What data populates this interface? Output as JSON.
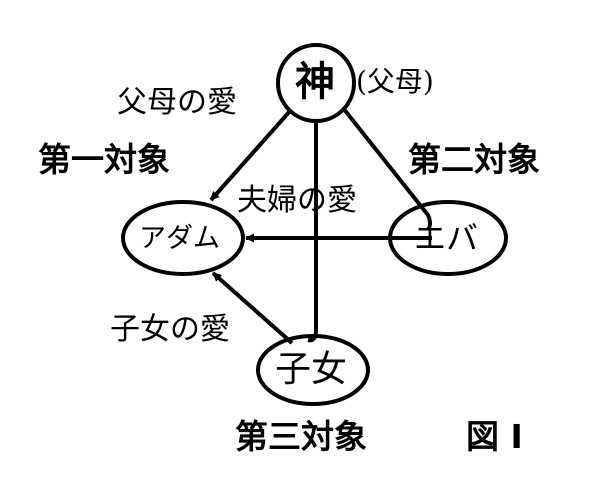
{
  "nodes": {
    "god": {
      "label": "神",
      "annotation": "(父母)"
    },
    "adam": {
      "label": "アダム"
    },
    "eve": {
      "label": "エバ"
    },
    "children": {
      "label": "子女"
    }
  },
  "edges": {
    "parental_love": "父母の愛",
    "conjugal_love": "夫婦の愛",
    "childrens_love": "子女の愛"
  },
  "objects": {
    "first": "第一対象",
    "second": "第二対象",
    "third": "第三対象"
  },
  "figure_label": "図 I"
}
